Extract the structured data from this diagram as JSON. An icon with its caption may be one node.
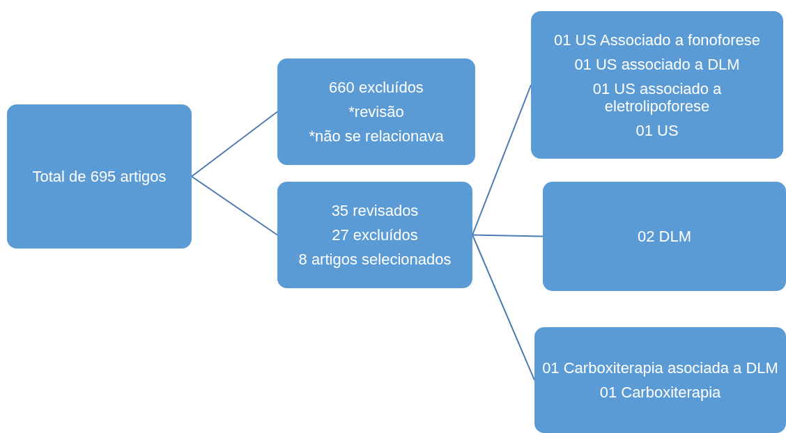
{
  "diagram": {
    "nodes": [
      {
        "text": [
          "Total de 695 artigos"
        ]
      },
      {
        "text": [
          "660 excluídos",
          "*revisão",
          "*não se relacionava"
        ]
      },
      {
        "text": [
          "35 revisados",
          "27 excluídos",
          "8 artigos selecionados"
        ]
      },
      {
        "text": [
          "01 US Associado a fonoforese",
          "01 US associado a DLM",
          "01 US associado a eletrolipoforese",
          "01 US"
        ]
      },
      {
        "text": [
          "02 DLM"
        ]
      },
      {
        "text": [
          "01 Carboxiterapia asociada a DLM",
          "01 Carboxiterapia"
        ]
      }
    ],
    "edges": [
      {
        "from": 0,
        "to": 1,
        "arrow": "none"
      },
      {
        "from": 0,
        "to": 2,
        "arrow": "none"
      },
      {
        "from": 2,
        "to": 3,
        "arrow": "none"
      },
      {
        "from": 2,
        "to": 4,
        "arrow": "none"
      },
      {
        "from": 2,
        "to": 5,
        "arrow": "none"
      }
    ]
  }
}
